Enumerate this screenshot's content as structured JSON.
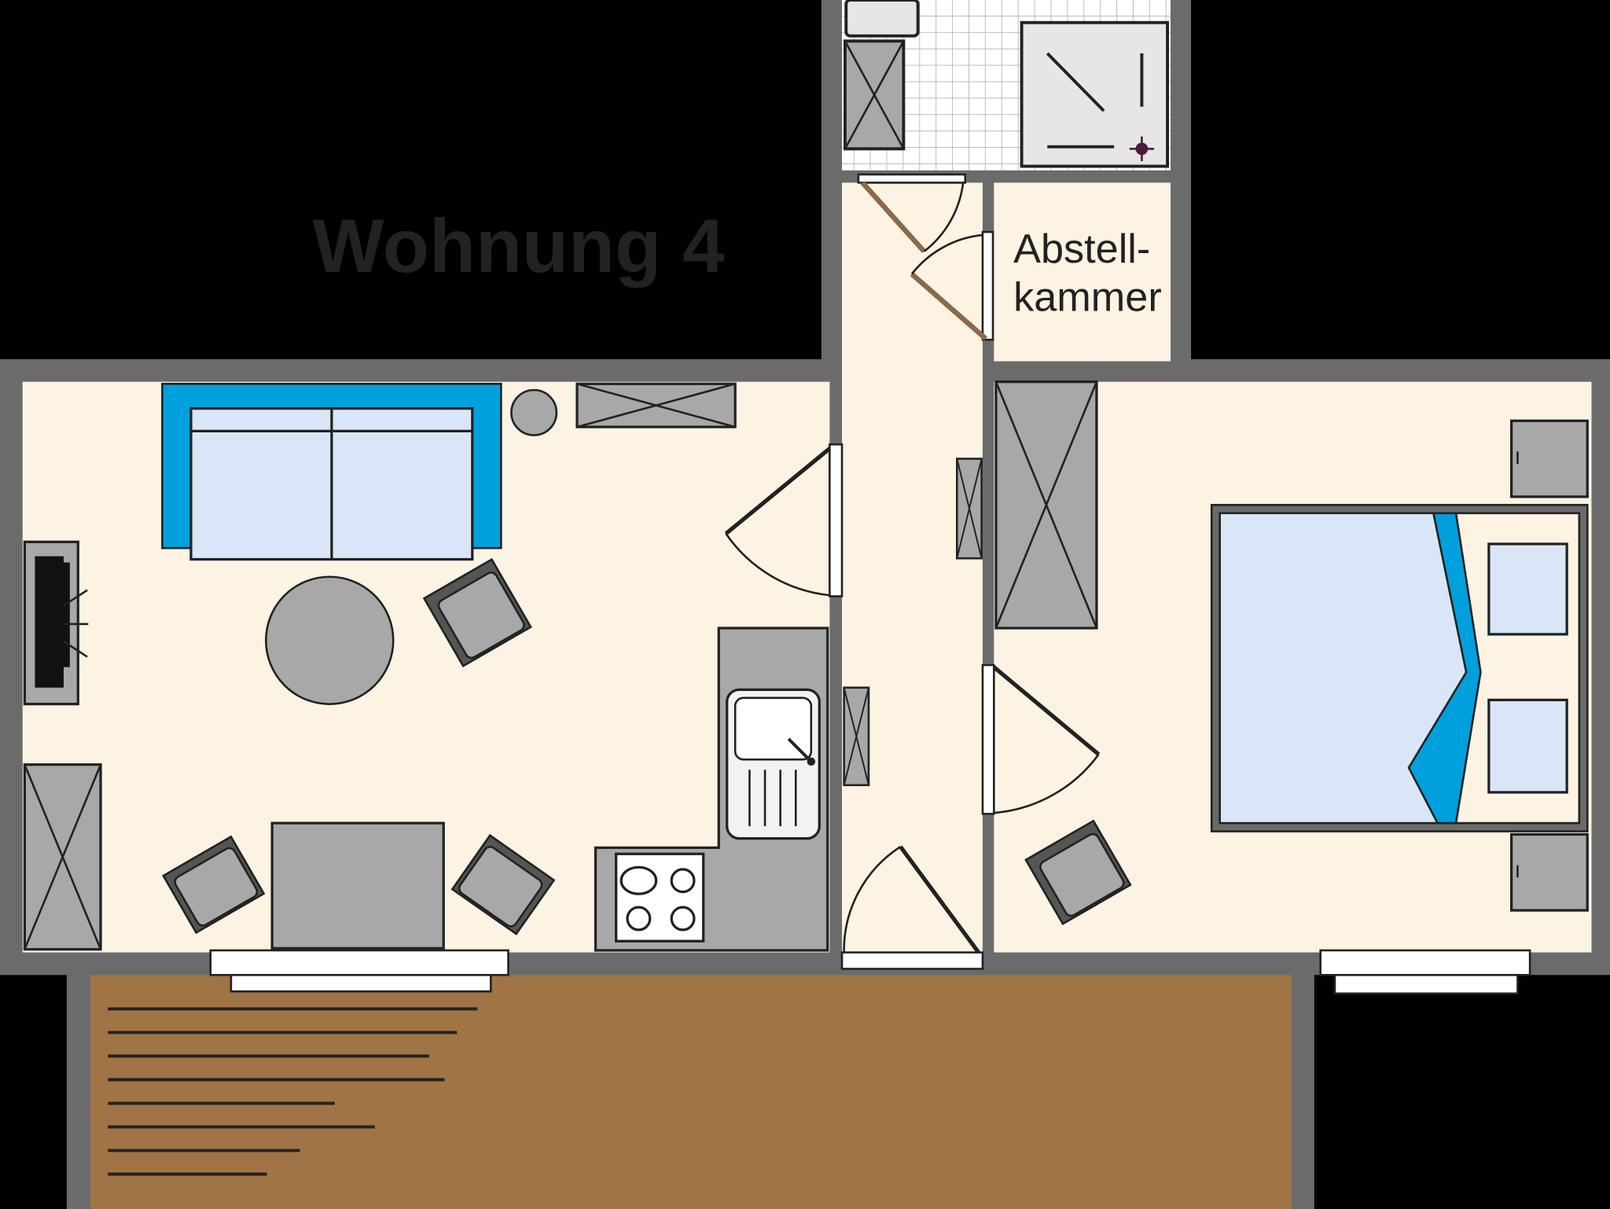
{
  "title": "Wohnung 4",
  "rooms": {
    "storage_line1": "Abstell-",
    "storage_line2": "kammer"
  },
  "colors": {
    "background": "#000000",
    "wall": "#6b6b6b",
    "floor": "#fdf3e3",
    "accent_blue": "#00a0dc",
    "upholstery": "#d9e6f7",
    "furniture": "#a8a8a8",
    "balcony": "#a07444"
  }
}
